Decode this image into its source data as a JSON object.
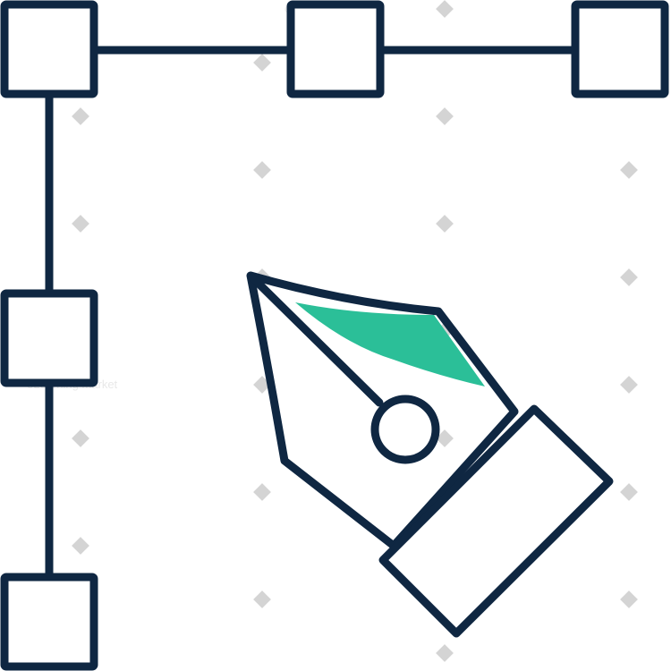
{
  "icon": {
    "name": "vector-pen-tool",
    "stroke_color": "#0f2742",
    "accent_color": "#2bbf98",
    "background_color": "#ffffff"
  },
  "watermark": {
    "text": "eLearning market",
    "color": "#d6d6d6",
    "opacity": 0.55,
    "diamond_color": "#d4d4d4"
  }
}
